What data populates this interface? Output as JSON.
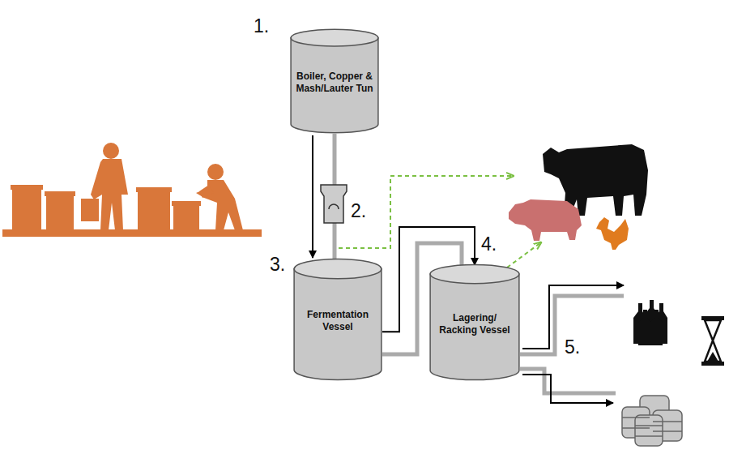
{
  "diagram": {
    "nodes": [
      {
        "text": [
          "Boiler, Copper & Mash/Lauter Tun"
        ]
      },
      {
        "text": [
          "Fermentation Vessel"
        ]
      },
      {
        "text": [
          "Lagering/ Racking Vessel"
        ]
      }
    ],
    "edges": [
      {
        "from": 0,
        "to": 1,
        "arrow": "to"
      },
      {
        "from": 1,
        "to": 2,
        "arrow": "to"
      }
    ],
    "labels": [
      "1.",
      "2.",
      "3.",
      "4.",
      "5."
    ]
  }
}
